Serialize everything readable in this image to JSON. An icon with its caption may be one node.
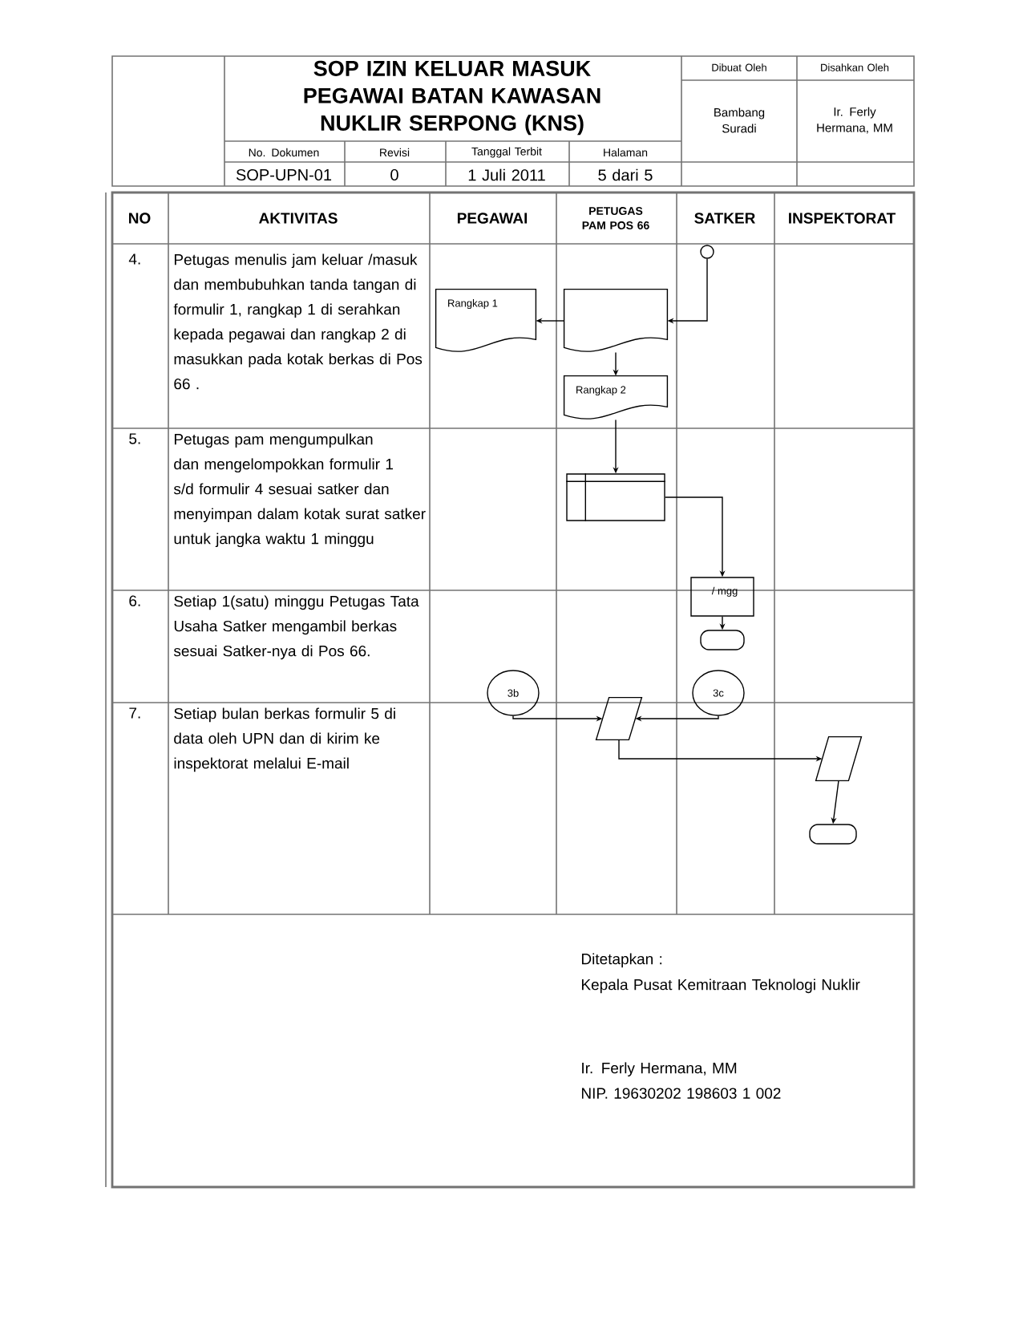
{
  "diagram": {
    "title": "SOP IZIN KELUAR MASUK PEGAWAI BATAN KAWASAN NUKLIR SERPONG (KNS)",
    "nodes": [
      {
        "text": [],
        "shape": "circle"
      },
      {
        "text": [
          "Rangkap 1"
        ]
      },
      {
        "text": [],
        "shape": "document"
      },
      {
        "text": [
          "Rangkap 2"
        ]
      },
      {
        "text": [],
        "shape": "box"
      },
      {
        "text": [
          "/ mgg"
        ]
      },
      {
        "text": [],
        "shape": "capsule"
      },
      {
        "text": [
          "3b"
        ]
      },
      {
        "text": [
          "3c"
        ]
      },
      {
        "text": [],
        "shape": "parallelogram"
      },
      {
        "text": [],
        "shape": "parallelogram"
      },
      {
        "text": [],
        "shape": "capsule"
      }
    ],
    "edges": [
      {
        "from": 0,
        "to": 2,
        "arrow": "to"
      },
      {
        "from": 2,
        "to": 1,
        "arrow": "to"
      },
      {
        "from": 2,
        "to": 3,
        "arrow": "to"
      },
      {
        "from": 3,
        "to": 4,
        "arrow": "to"
      },
      {
        "from": 4,
        "to": 5,
        "arrow": "to"
      },
      {
        "from": 5,
        "to": 6,
        "arrow": "to"
      },
      {
        "from": 7,
        "to": 9,
        "arrow": "to"
      },
      {
        "from": 8,
        "to": 9,
        "arrow": "to"
      },
      {
        "from": 9,
        "to": 10,
        "arrow": "to"
      },
      {
        "from": 10,
        "to": 11,
        "arrow": "to"
      }
    ],
    "labels": [
      "Dibuat Oleh",
      "Disahkan Oleh",
      "Bambang Suradi",
      "Ir. Ferly Hermana, MM",
      "No. Dokumen",
      "Revisi",
      "Tanggal Terbit",
      "Halaman",
      "SOP-UPN-01",
      "0",
      "1 Juli 2011",
      "5 dari 5",
      "NO",
      "AKTIVITAS",
      "PEGAWAI",
      "PETUGAS PAM POS 66",
      "SATKER",
      "INSPEKTORAT",
      "4.",
      "Petugas menulis jam keluar /masuk dan membubuhkan tanda tangan di formulir 1, rangkap 1 di serahkan kepada pegawai dan rangkap 2 di masukkan pada kotak berkas di Pos 66 .",
      "5.",
      "Petugas pam mengumpulkan dan mengelompokkan formulir 1 s/d formulir 4 sesuai satker dan menyimpan dalam kotak surat satker untuk jangka waktu 1 minggu",
      "6.",
      "Setiap 1(satu) minggu Petugas Tata Usaha Satker mengambil berkas sesuai Satker-nya di Pos 66.",
      "7.",
      "Setiap bulan berkas formulir 5 di data oleh UPN dan di kirim ke inspektorat melalui E-mail",
      "Ditetapkan :",
      "Kepala Pusat Kemitraan Teknologi Nuklir",
      "Ir. Ferly Hermana, MM",
      "NIP. 19630202 198603 1 002"
    ]
  }
}
